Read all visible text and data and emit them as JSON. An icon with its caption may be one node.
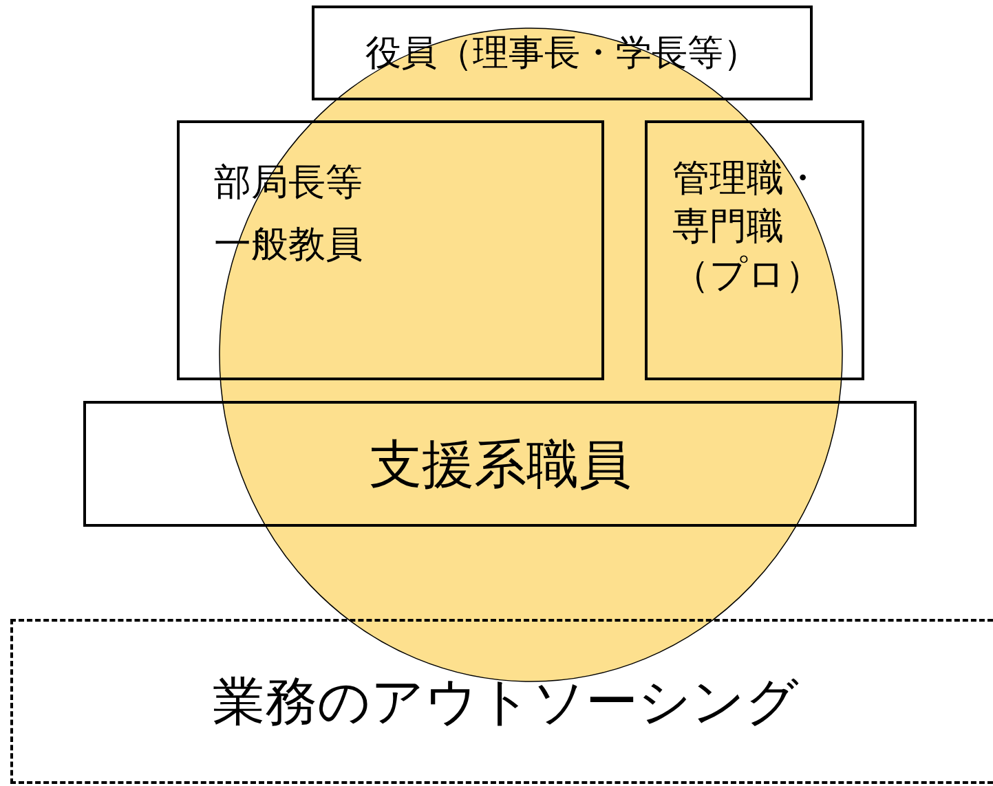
{
  "diagram": {
    "nodes": [
      {
        "text": [
          "役員（理事長・学長等）"
        ]
      },
      {
        "text": [
          "部局長等",
          "一般教員"
        ]
      },
      {
        "text": [
          "管理職・専門職（プロ）"
        ]
      },
      {
        "text": [
          "支援系職員"
        ]
      },
      {
        "text": [
          "業務のアウトソーシング"
        ]
      },
      {
        "text": [],
        "shape": "circle"
      }
    ]
  }
}
